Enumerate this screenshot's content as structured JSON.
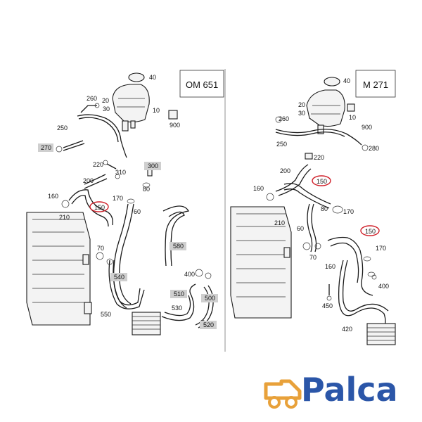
{
  "left_panel": {
    "engine_label": "OM 651",
    "labels": {
      "l40": "40",
      "l260": "260",
      "l20": "20",
      "l30": "30",
      "l10": "10",
      "l900": "900",
      "l250": "250",
      "l270": "270",
      "l220": "220",
      "l300": "300",
      "l310": "310",
      "l200": "200",
      "l80": "80",
      "l160": "160",
      "l170": "170",
      "l150": "150",
      "l60": "60",
      "l210": "210",
      "l580": "580",
      "l70": "70",
      "l540": "540",
      "l400": "400",
      "l510": "510",
      "l500": "500",
      "l550": "550",
      "l530": "530",
      "l520": "520"
    }
  },
  "right_panel": {
    "engine_label": "M 271",
    "labels": {
      "r40": "40",
      "r260": "260",
      "r20": "20",
      "r30": "30",
      "r10": "10",
      "r900": "900",
      "r250": "250",
      "r280": "280",
      "r220": "220",
      "r200": "200",
      "r150a": "150",
      "r160a": "160",
      "r80": "80",
      "r170a": "170",
      "r60": "60",
      "r210": "210",
      "r150b": "150",
      "r70": "70",
      "r160b": "160",
      "r170b": "170",
      "r400": "400",
      "r450": "450",
      "r420": "420"
    }
  },
  "logo": {
    "text": "Palca",
    "color": "#2b56a8"
  },
  "colors": {
    "highlight_ring": "#d0202a",
    "boxed_label_bg": "#cfcfcf"
  }
}
